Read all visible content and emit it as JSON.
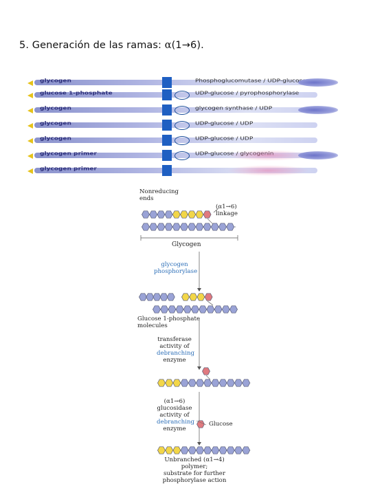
{
  "page": {
    "title_prefix": "5. Generación de las ramas: ",
    "title_alpha": "α",
    "title_suffix": "(1→6)."
  },
  "strips": [
    {
      "left": "glycogen",
      "right": "Phosphoglucomutase / UDP-glucose"
    },
    {
      "left": "glucose 1-phosphate",
      "right": "UDP-glucose / pyrophosphorylase"
    },
    {
      "left": "glycogen",
      "right": "glycogen synthase / UDP"
    },
    {
      "left": "glycogen",
      "right": "UDP-glucose / UDP"
    },
    {
      "left": "glycogen",
      "right": "UDP-glucose / UDP"
    },
    {
      "left": "glycogen primer",
      "right": "UDP-glucose / glycogenin"
    },
    {
      "left": "glycogen primer",
      "right": ""
    }
  ],
  "diagram": {
    "nonreducing_ends": [
      "Nonreducing",
      "ends"
    ],
    "linkage": [
      "(α1→6)",
      "linkage"
    ],
    "glycogen": "Glycogen",
    "phosphorylase": [
      "glycogen",
      "phosphorylase"
    ],
    "g1p": [
      "Glucose 1-phosphate",
      "molecules"
    ],
    "transferase": [
      "transferase",
      "activity of",
      "debranching",
      "enzyme"
    ],
    "glucosidase": [
      "(α1→6)",
      "glucosidase",
      "activity of",
      "debranching",
      "enzyme"
    ],
    "glucose": "Glucose",
    "unbranched": [
      "Unbranched (α1→4) polymer;",
      "substrate for further",
      "phosphorylase action"
    ]
  },
  "colors": {
    "glucose_blue": "#9aa3d6",
    "glucose_yellow": "#f2d648",
    "glucose_red": "#e07a7f",
    "label_blue": "#2d6fb8",
    "strip_square": "#1f5fc2"
  }
}
